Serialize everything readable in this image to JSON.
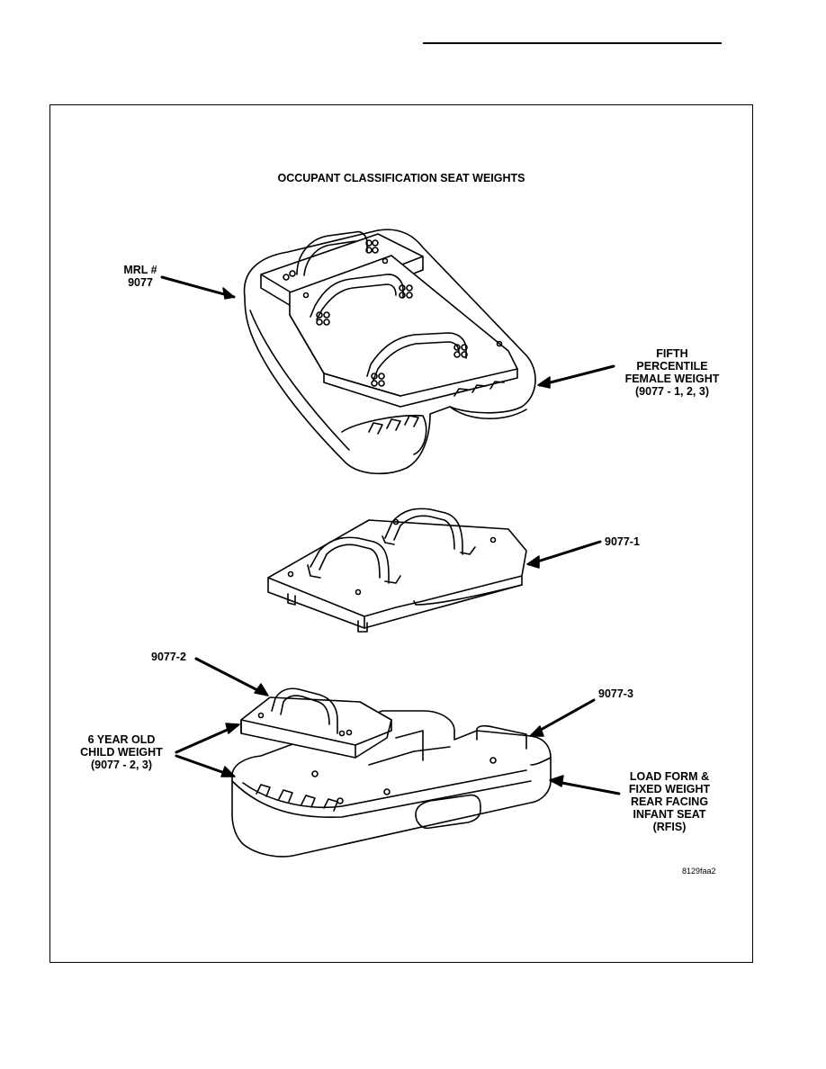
{
  "figure": {
    "title": "OCCUPANT CLASSIFICATION SEAT WEIGHTS",
    "labels": {
      "mrl_line1": "MRL #",
      "mrl_line2": "9077",
      "fifth_line1": "FIFTH",
      "fifth_line2": "PERCENTILE",
      "fifth_line3": "FEMALE WEIGHT",
      "fifth_line4": "(9077 - 1, 2, 3)",
      "part1": "9077-1",
      "part2": "9077-2",
      "part3": "9077-3",
      "child_line1": "6 YEAR OLD",
      "child_line2": "CHILD WEIGHT",
      "child_line3": "(9077 - 2, 3)",
      "rfis_line1": "LOAD FORM &",
      "rfis_line2": "FIXED WEIGHT",
      "rfis_line3": "REAR FACING",
      "rfis_line4": "INFANT SEAT",
      "rfis_line5": "(RFIS)"
    },
    "figure_code": "8129faa2"
  },
  "colors": {
    "line": "#000000",
    "fill": "#ffffff"
  },
  "icons": [
    "arrow-pointer",
    "seat-weight-illustration"
  ]
}
